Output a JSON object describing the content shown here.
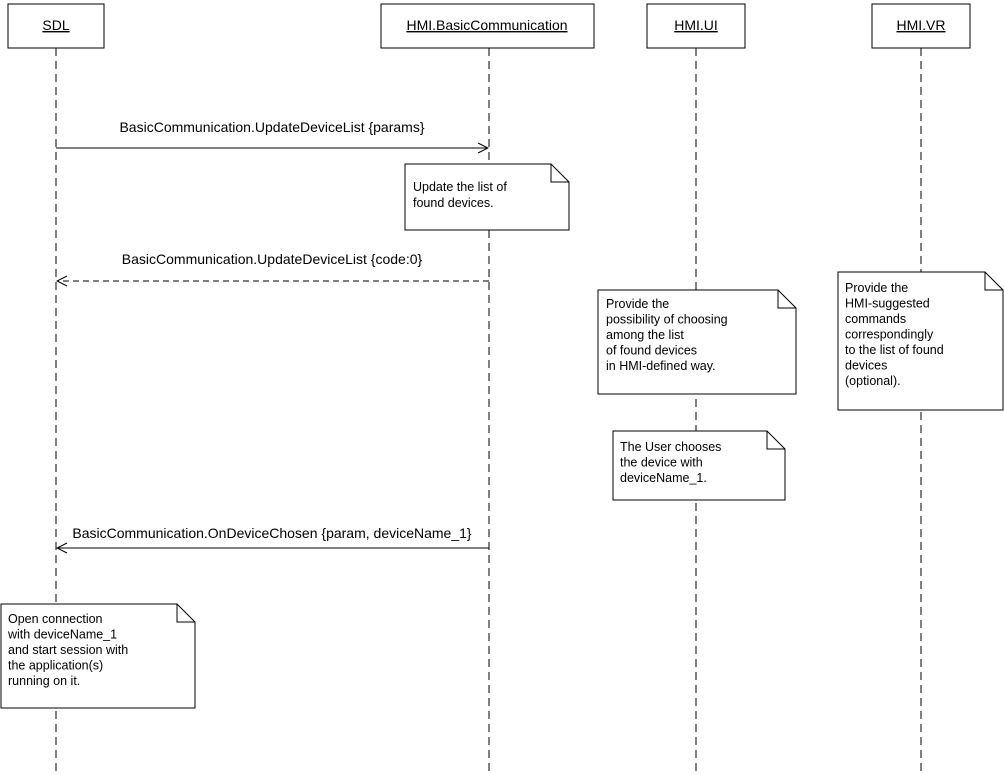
{
  "lifelines": [
    {
      "id": "sdl",
      "label": "SDL"
    },
    {
      "id": "bc",
      "label": "HMI.BasicCommunication"
    },
    {
      "id": "ui",
      "label": "HMI.UI"
    },
    {
      "id": "vr",
      "label": "HMI.VR"
    }
  ],
  "messages": [
    {
      "id": "m1",
      "label": "BasicCommunication.UpdateDeviceList {params}",
      "from": "sdl",
      "to": "bc",
      "style": "solid"
    },
    {
      "id": "m2",
      "label": "BasicCommunication.UpdateDeviceList {code:0}",
      "from": "bc",
      "to": "sdl",
      "style": "dashed"
    },
    {
      "id": "m3",
      "label": "BasicCommunication.OnDeviceChosen {param, deviceName_1}",
      "from": "bc",
      "to": "sdl",
      "style": "solid"
    }
  ],
  "notes": [
    {
      "id": "n1",
      "lifeline": "bc",
      "lines": [
        "Update the list of",
        "found devices."
      ]
    },
    {
      "id": "n2",
      "lifeline": "ui",
      "lines": [
        "Provide the",
        "possibility of choosing",
        "among the list",
        "of found devices",
        "in HMI-defined way."
      ]
    },
    {
      "id": "n3",
      "lifeline": "vr",
      "lines": [
        "Provide the",
        "HMI-suggested",
        "commands",
        "correspondingly",
        "to the list of found",
        "devices",
        "(optional)."
      ]
    },
    {
      "id": "n4",
      "lifeline": "ui",
      "lines": [
        "The User chooses",
        "the device with",
        "deviceName_1."
      ]
    },
    {
      "id": "n5",
      "lifeline": "sdl",
      "lines": [
        "Open connection",
        "with deviceName_1",
        "and start session with",
        "the application(s)",
        "running on it."
      ]
    }
  ]
}
